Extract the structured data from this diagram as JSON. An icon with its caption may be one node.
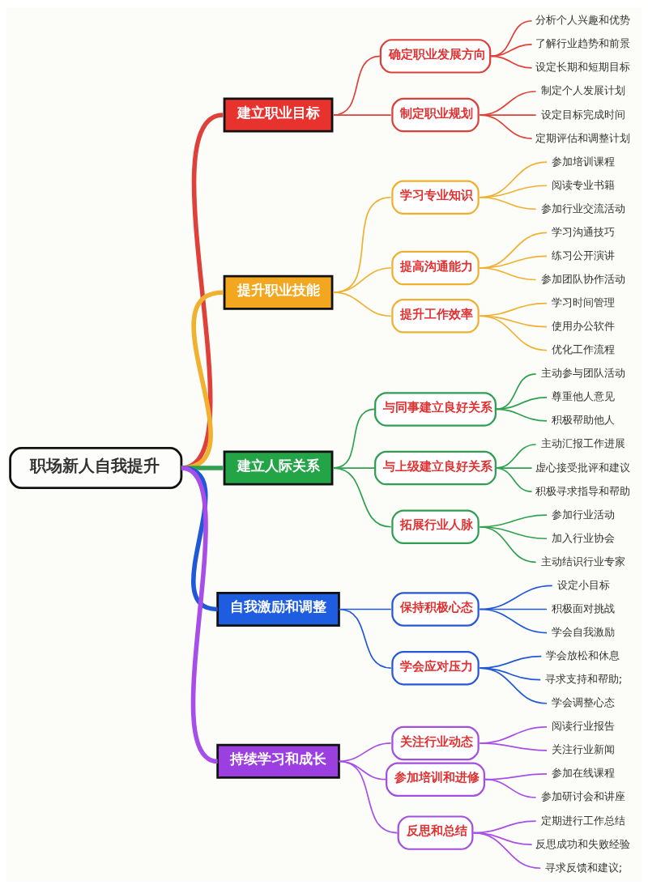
{
  "diagram": {
    "nodes": [
      {
        "text": [
          "职场新人自我提升"
        ]
      },
      {
        "text": [
          "建立职业目标"
        ]
      },
      {
        "text": [
          "确定职业发展方向"
        ]
      },
      {
        "text": [
          "分析个人兴趣和优势"
        ]
      },
      {
        "text": [
          "了解行业趋势和前景"
        ]
      },
      {
        "text": [
          "设定长期和短期目标"
        ]
      },
      {
        "text": [
          "制定职业规划"
        ]
      },
      {
        "text": [
          "制定个人发展计划"
        ]
      },
      {
        "text": [
          "设定目标完成时间"
        ]
      },
      {
        "text": [
          "定期评估和调整计划"
        ]
      },
      {
        "text": [
          "提升职业技能"
        ]
      },
      {
        "text": [
          "学习专业知识"
        ]
      },
      {
        "text": [
          "参加培训课程"
        ]
      },
      {
        "text": [
          "阅读专业书籍"
        ]
      },
      {
        "text": [
          "参加行业交流活动"
        ]
      },
      {
        "text": [
          "提高沟通能力"
        ]
      },
      {
        "text": [
          "学习沟通技巧"
        ]
      },
      {
        "text": [
          "练习公开演讲"
        ]
      },
      {
        "text": [
          "参加团队协作活动"
        ]
      },
      {
        "text": [
          "提升工作效率"
        ]
      },
      {
        "text": [
          "学习时间管理"
        ]
      },
      {
        "text": [
          "使用办公软件"
        ]
      },
      {
        "text": [
          "优化工作流程"
        ]
      },
      {
        "text": [
          "建立人际关系"
        ]
      },
      {
        "text": [
          "与同事建立良好关系"
        ]
      },
      {
        "text": [
          "主动参与团队活动"
        ]
      },
      {
        "text": [
          "尊重他人意见"
        ]
      },
      {
        "text": [
          "积极帮助他人"
        ]
      },
      {
        "text": [
          "与上级建立良好关系"
        ]
      },
      {
        "text": [
          "主动汇报工作进展"
        ]
      },
      {
        "text": [
          "虚心接受批评和建议"
        ]
      },
      {
        "text": [
          "积极寻求指导和帮助"
        ]
      },
      {
        "text": [
          "拓展行业人脉"
        ]
      },
      {
        "text": [
          "参加行业活动"
        ]
      },
      {
        "text": [
          "加入行业协会"
        ]
      },
      {
        "text": [
          "主动结识行业专家"
        ]
      },
      {
        "text": [
          "自我激励和调整"
        ]
      },
      {
        "text": [
          "保持积极心态"
        ]
      },
      {
        "text": [
          "设定小目标"
        ]
      },
      {
        "text": [
          "积极面对挑战"
        ]
      },
      {
        "text": [
          "学会自我激励"
        ]
      },
      {
        "text": [
          "学会应对压力"
        ]
      },
      {
        "text": [
          "学会放松和休息"
        ]
      },
      {
        "text": [
          "寻求支持和帮助;"
        ]
      },
      {
        "text": [
          "学会调整心态"
        ]
      },
      {
        "text": [
          "持续学习和成长"
        ]
      },
      {
        "text": [
          "关注行业动态"
        ]
      },
      {
        "text": [
          "阅读行业报告"
        ]
      },
      {
        "text": [
          "关注行业新闻"
        ]
      },
      {
        "text": [
          "参加培训和进修"
        ]
      },
      {
        "text": [
          "参加在线课程"
        ]
      },
      {
        "text": [
          "参加研讨会和讲座"
        ]
      },
      {
        "text": [
          "反思和总结"
        ]
      },
      {
        "text": [
          "定期进行工作总结"
        ]
      },
      {
        "text": [
          "反思成功和失败经验"
        ]
      },
      {
        "text": [
          "寻求反馈和建议;"
        ]
      }
    ],
    "edges": [
      {
        "from": 0,
        "to": 1,
        "arrow": "none",
        "style": "thick",
        "color": "#e0403a"
      },
      {
        "from": 1,
        "to": 2,
        "arrow": "none",
        "color": "#e0403a"
      },
      {
        "from": 2,
        "to": 3,
        "arrow": "none",
        "color": "#e0403a"
      },
      {
        "from": 2,
        "to": 4,
        "arrow": "none",
        "color": "#e0403a"
      },
      {
        "from": 2,
        "to": 5,
        "arrow": "none",
        "color": "#e0403a"
      },
      {
        "from": 1,
        "to": 6,
        "arrow": "none",
        "color": "#e0403a"
      },
      {
        "from": 6,
        "to": 7,
        "arrow": "none",
        "color": "#e0403a"
      },
      {
        "from": 6,
        "to": 8,
        "arrow": "none",
        "color": "#e0403a"
      },
      {
        "from": 6,
        "to": 9,
        "arrow": "none",
        "color": "#e0403a"
      },
      {
        "from": 0,
        "to": 10,
        "arrow": "none",
        "style": "thick",
        "color": "#f0b030"
      },
      {
        "from": 10,
        "to": 11,
        "arrow": "none",
        "color": "#f0b030"
      },
      {
        "from": 11,
        "to": 12,
        "arrow": "none",
        "color": "#f0b030"
      },
      {
        "from": 11,
        "to": 13,
        "arrow": "none",
        "color": "#f0b030"
      },
      {
        "from": 11,
        "to": 14,
        "arrow": "none",
        "color": "#f0b030"
      },
      {
        "from": 10,
        "to": 15,
        "arrow": "none",
        "color": "#f0b030"
      },
      {
        "from": 15,
        "to": 16,
        "arrow": "none",
        "color": "#f0b030"
      },
      {
        "from": 15,
        "to": 17,
        "arrow": "none",
        "color": "#f0b030"
      },
      {
        "from": 15,
        "to": 18,
        "arrow": "none",
        "color": "#f0b030"
      },
      {
        "from": 10,
        "to": 19,
        "arrow": "none",
        "color": "#f0b030"
      },
      {
        "from": 19,
        "to": 20,
        "arrow": "none",
        "color": "#f0b030"
      },
      {
        "from": 19,
        "to": 21,
        "arrow": "none",
        "color": "#f0b030"
      },
      {
        "from": 19,
        "to": 22,
        "arrow": "none",
        "color": "#f0b030"
      },
      {
        "from": 0,
        "to": 23,
        "arrow": "none",
        "style": "thick",
        "color": "#2ea150"
      },
      {
        "from": 23,
        "to": 24,
        "arrow": "none",
        "color": "#2ea150"
      },
      {
        "from": 24,
        "to": 25,
        "arrow": "none",
        "color": "#2ea150"
      },
      {
        "from": 24,
        "to": 26,
        "arrow": "none",
        "color": "#2ea150"
      },
      {
        "from": 24,
        "to": 27,
        "arrow": "none",
        "color": "#2ea150"
      },
      {
        "from": 23,
        "to": 28,
        "arrow": "none",
        "color": "#2ea150"
      },
      {
        "from": 28,
        "to": 29,
        "arrow": "none",
        "color": "#2ea150"
      },
      {
        "from": 28,
        "to": 30,
        "arrow": "none",
        "color": "#2ea150"
      },
      {
        "from": 28,
        "to": 31,
        "arrow": "none",
        "color": "#2ea150"
      },
      {
        "from": 23,
        "to": 32,
        "arrow": "none",
        "color": "#2ea150"
      },
      {
        "from": 32,
        "to": 33,
        "arrow": "none",
        "color": "#2ea150"
      },
      {
        "from": 32,
        "to": 34,
        "arrow": "none",
        "color": "#2ea150"
      },
      {
        "from": 32,
        "to": 35,
        "arrow": "none",
        "color": "#2ea150"
      },
      {
        "from": 0,
        "to": 36,
        "arrow": "none",
        "style": "thick",
        "color": "#2058d8"
      },
      {
        "from": 36,
        "to": 37,
        "arrow": "none",
        "color": "#2058d8"
      },
      {
        "from": 37,
        "to": 38,
        "arrow": "none",
        "color": "#2058d8"
      },
      {
        "from": 37,
        "to": 39,
        "arrow": "none",
        "color": "#2058d8"
      },
      {
        "from": 37,
        "to": 40,
        "arrow": "none",
        "color": "#2058d8"
      },
      {
        "from": 36,
        "to": 41,
        "arrow": "none",
        "color": "#2058d8"
      },
      {
        "from": 41,
        "to": 42,
        "arrow": "none",
        "color": "#2058d8"
      },
      {
        "from": 41,
        "to": 43,
        "arrow": "none",
        "color": "#2058d8"
      },
      {
        "from": 41,
        "to": 44,
        "arrow": "none",
        "color": "#2058d8"
      },
      {
        "from": 0,
        "to": 45,
        "arrow": "none",
        "style": "thick",
        "color": "#a84ee8"
      },
      {
        "from": 45,
        "to": 46,
        "arrow": "none",
        "color": "#a84ee8"
      },
      {
        "from": 46,
        "to": 47,
        "arrow": "none",
        "color": "#a84ee8"
      },
      {
        "from": 46,
        "to": 48,
        "arrow": "none",
        "color": "#a84ee8"
      },
      {
        "from": 45,
        "to": 49,
        "arrow": "none",
        "color": "#a84ee8"
      },
      {
        "from": 49,
        "to": 50,
        "arrow": "none",
        "color": "#a84ee8"
      },
      {
        "from": 49,
        "to": 51,
        "arrow": "none",
        "color": "#a84ee8"
      },
      {
        "from": 45,
        "to": 52,
        "arrow": "none",
        "color": "#a84ee8"
      },
      {
        "from": 52,
        "to": 53,
        "arrow": "none",
        "color": "#a84ee8"
      },
      {
        "from": 52,
        "to": 54,
        "arrow": "none",
        "color": "#a84ee8"
      },
      {
        "from": 52,
        "to": 55,
        "arrow": "none",
        "color": "#a84ee8"
      }
    ]
  }
}
